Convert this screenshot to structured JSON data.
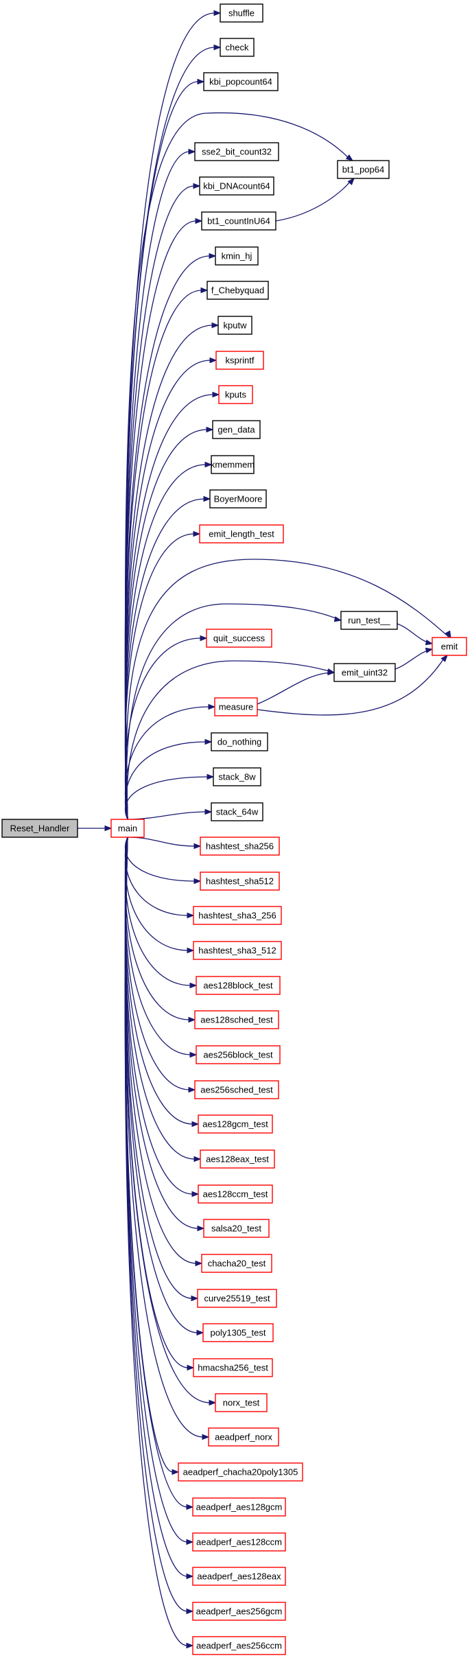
{
  "diagram": {
    "entry": {
      "id": "reset",
      "label": "Reset_Handler",
      "style": "gray"
    },
    "main": {
      "id": "main",
      "label": "main",
      "style": "red"
    },
    "callees": [
      {
        "id": "shuffle",
        "label": "shuffle",
        "style": "black"
      },
      {
        "id": "check",
        "label": "check",
        "style": "black"
      },
      {
        "id": "kbi_popcount64",
        "label": "kbi_popcount64",
        "style": "black"
      },
      {
        "id": "sse2_bit_count32",
        "label": "sse2_bit_count32",
        "style": "black"
      },
      {
        "id": "kbi_DNAcount64",
        "label": "kbi_DNAcount64",
        "style": "black"
      },
      {
        "id": "bt1_countInU64",
        "label": "bt1_countInU64",
        "style": "black"
      },
      {
        "id": "kmin_hj",
        "label": "kmin_hj",
        "style": "black"
      },
      {
        "id": "f_Chebyquad",
        "label": "f_Chebyquad",
        "style": "black"
      },
      {
        "id": "kputw",
        "label": "kputw",
        "style": "black"
      },
      {
        "id": "ksprintf",
        "label": "ksprintf",
        "style": "red"
      },
      {
        "id": "kputs",
        "label": "kputs",
        "style": "red"
      },
      {
        "id": "gen_data",
        "label": "gen_data",
        "style": "black"
      },
      {
        "id": "kmemmem",
        "label": "kmemmem",
        "style": "black"
      },
      {
        "id": "BoyerMoore",
        "label": "BoyerMoore",
        "style": "black"
      },
      {
        "id": "emit_length_test",
        "label": "emit_length_test",
        "style": "red"
      },
      {
        "id": "quit_success",
        "label": "quit_success",
        "style": "red"
      },
      {
        "id": "measure",
        "label": "measure",
        "style": "red"
      },
      {
        "id": "do_nothing",
        "label": "do_nothing",
        "style": "black"
      },
      {
        "id": "stack_8w",
        "label": "stack_8w",
        "style": "black"
      },
      {
        "id": "stack_64w",
        "label": "stack_64w",
        "style": "black"
      },
      {
        "id": "hashtest_sha256",
        "label": "hashtest_sha256",
        "style": "red"
      },
      {
        "id": "hashtest_sha512",
        "label": "hashtest_sha512",
        "style": "red"
      },
      {
        "id": "hashtest_sha3_256",
        "label": "hashtest_sha3_256",
        "style": "red"
      },
      {
        "id": "hashtest_sha3_512",
        "label": "hashtest_sha3_512",
        "style": "red"
      },
      {
        "id": "aes128block_test",
        "label": "aes128block_test",
        "style": "red"
      },
      {
        "id": "aes128sched_test",
        "label": "aes128sched_test",
        "style": "red"
      },
      {
        "id": "aes256block_test",
        "label": "aes256block_test",
        "style": "red"
      },
      {
        "id": "aes256sched_test",
        "label": "aes256sched_test",
        "style": "red"
      },
      {
        "id": "aes128gcm_test",
        "label": "aes128gcm_test",
        "style": "red"
      },
      {
        "id": "aes128eax_test",
        "label": "aes128eax_test",
        "style": "red"
      },
      {
        "id": "aes128ccm_test",
        "label": "aes128ccm_test",
        "style": "red"
      },
      {
        "id": "salsa20_test",
        "label": "salsa20_test",
        "style": "red"
      },
      {
        "id": "chacha20_test",
        "label": "chacha20_test",
        "style": "red"
      },
      {
        "id": "curve25519_test",
        "label": "curve25519_test",
        "style": "red"
      },
      {
        "id": "poly1305_test",
        "label": "poly1305_test",
        "style": "red"
      },
      {
        "id": "hmacsha256_test",
        "label": "hmacsha256_test",
        "style": "red"
      },
      {
        "id": "norx_test",
        "label": "norx_test",
        "style": "red"
      },
      {
        "id": "aeadperf_norx",
        "label": "aeadperf_norx",
        "style": "red"
      },
      {
        "id": "aeadperf_chacha20poly1305",
        "label": "aeadperf_chacha20poly1305",
        "style": "red"
      },
      {
        "id": "aeadperf_aes128gcm",
        "label": "aeadperf_aes128gcm",
        "style": "red"
      },
      {
        "id": "aeadperf_aes128ccm",
        "label": "aeadperf_aes128ccm",
        "style": "red"
      },
      {
        "id": "aeadperf_aes128eax",
        "label": "aeadperf_aes128eax",
        "style": "red"
      },
      {
        "id": "aeadperf_aes256gcm",
        "label": "aeadperf_aes256gcm",
        "style": "red"
      },
      {
        "id": "aeadperf_aes256ccm",
        "label": "aeadperf_aes256ccm",
        "style": "red"
      }
    ],
    "secondary": [
      {
        "id": "bt1_pop64",
        "label": "bt1_pop64",
        "style": "black"
      },
      {
        "id": "run_test",
        "label": "run_test__",
        "style": "black"
      },
      {
        "id": "emit_uint32",
        "label": "emit_uint32",
        "style": "black"
      },
      {
        "id": "emit",
        "label": "emit",
        "style": "red"
      }
    ],
    "edges": [
      [
        "reset",
        "main"
      ],
      [
        "main",
        "bt1_pop64"
      ],
      [
        "main",
        "emit"
      ],
      [
        "main",
        "run_test"
      ],
      [
        "main",
        "emit_uint32"
      ],
      [
        "bt1_countInU64",
        "bt1_pop64"
      ],
      [
        "run_test",
        "emit"
      ],
      [
        "emit_uint32",
        "emit"
      ],
      [
        "measure",
        "emit_uint32"
      ],
      [
        "measure",
        "emit"
      ]
    ],
    "colors": {
      "edge": "#191970",
      "node_border": "#000000",
      "node_border_incomplete": "#ff0000",
      "entry_fill": "#bfbfbf"
    }
  }
}
